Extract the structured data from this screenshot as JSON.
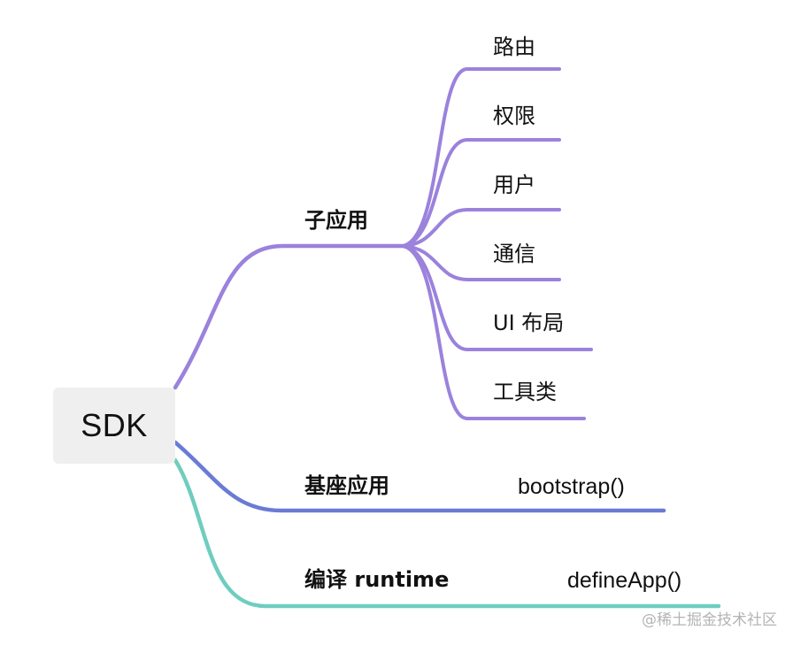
{
  "mindmap": {
    "root": {
      "label": "SDK"
    },
    "branches": [
      {
        "label": "子应用",
        "color": "#9b82dc",
        "children": [
          "路由",
          "权限",
          "用户",
          "通信",
          "UI 布局",
          "工具类"
        ]
      },
      {
        "label": "基座应用",
        "color": "#6a7bd6",
        "function": "bootstrap()"
      },
      {
        "label": "编译 runtime",
        "color": "#6fcdbf",
        "function": "defineApp()"
      }
    ]
  },
  "watermark": "@稀土掘金技术社区"
}
